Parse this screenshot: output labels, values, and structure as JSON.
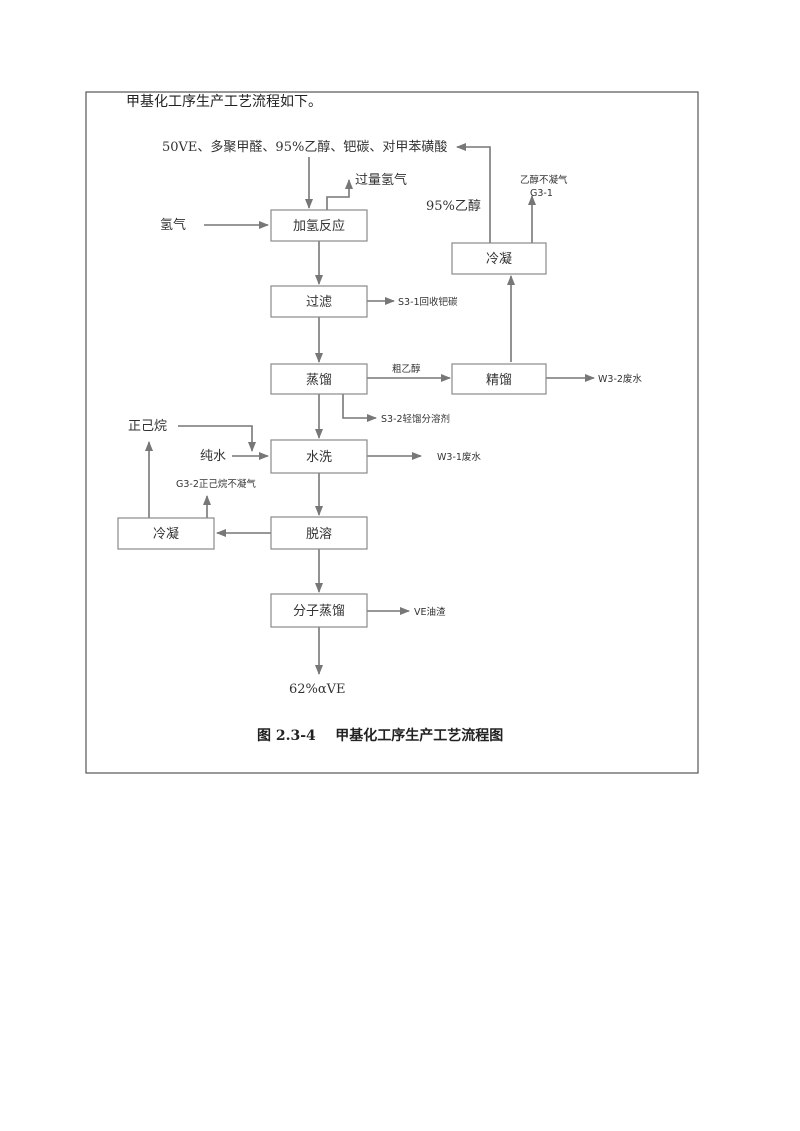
{
  "intro": "甲基化工序生产工艺流程如下。",
  "caption": "图 2.3-4    甲基化工序生产工艺流程图",
  "boxes": {
    "hydrogenation": "加氢反应",
    "filtration": "过滤",
    "distillation": "蒸馏",
    "rectification": "精馏",
    "condense_top": "冷凝",
    "water_wash": "水洗",
    "desolvation": "脱溶",
    "condense_left": "冷凝",
    "molecular_distillation": "分子蒸馏"
  },
  "labels": {
    "raw_materials": "50VE、多聚甲醛、95%乙醇、钯碳、对甲苯磺酸",
    "hydrogen": "氢气",
    "excess_hydrogen": "过量氢气",
    "ethanol_recycle": "95%乙醇",
    "ethanol_gas": "乙醇不凝气",
    "g3_1": "G3-1",
    "s3_1": "S3-1回收钯碳",
    "crude_ethanol": "粗乙醇",
    "w3_2": "W3-2废水",
    "s3_2": "S3-2轻馏分溶剂",
    "hexane": "正己烷",
    "pure_water": "纯水",
    "g3_2": "G3-2正己烷不凝气",
    "w3_1": "W3-1废水",
    "ve_residue": "VE油渣",
    "product": "62%αVE"
  }
}
